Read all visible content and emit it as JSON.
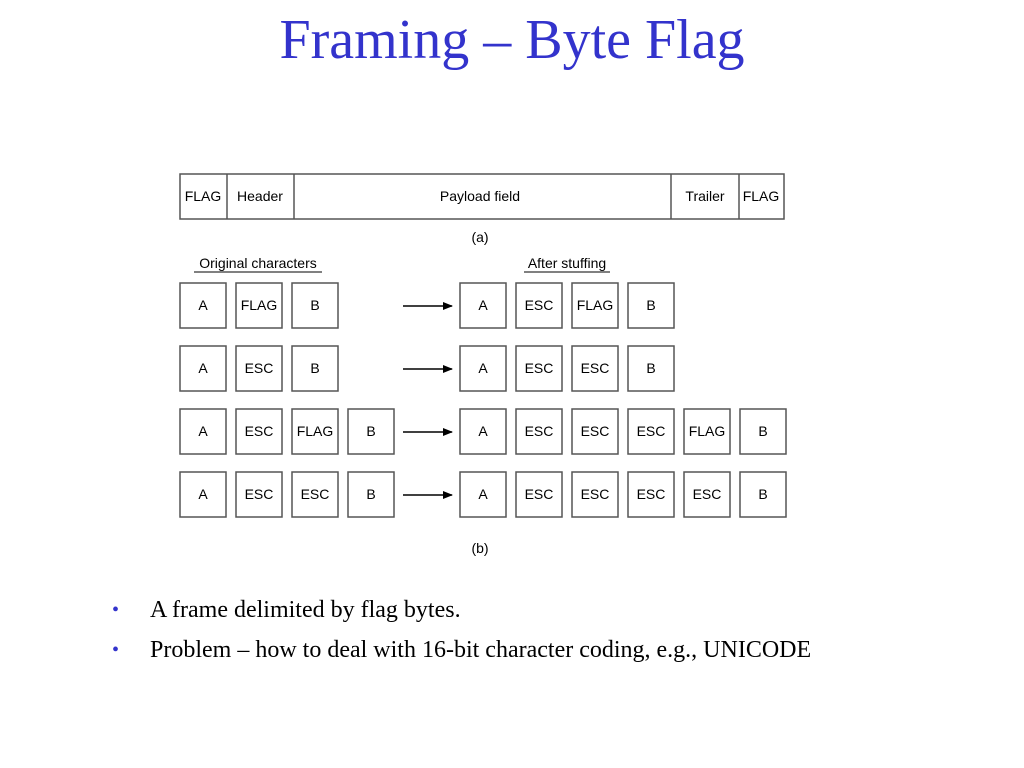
{
  "title": "Framing – Byte Flag",
  "colors": {
    "title": "#3333cc",
    "bullet_marker": "#3333cc",
    "box_border": "#555555",
    "text": "#000000"
  },
  "figure": {
    "frame": {
      "fields": [
        "FLAG",
        "Header",
        "Payload field",
        "Trailer",
        "FLAG"
      ],
      "caption": "(a)"
    },
    "stuffing": {
      "original_label": "Original characters",
      "after_label": "After stuffing",
      "rows": [
        {
          "original": [
            "A",
            "FLAG",
            "B"
          ],
          "after": [
            "A",
            "ESC",
            "FLAG",
            "B"
          ]
        },
        {
          "original": [
            "A",
            "ESC",
            "B"
          ],
          "after": [
            "A",
            "ESC",
            "ESC",
            "B"
          ]
        },
        {
          "original": [
            "A",
            "ESC",
            "FLAG",
            "B"
          ],
          "after": [
            "A",
            "ESC",
            "ESC",
            "ESC",
            "FLAG",
            "B"
          ]
        },
        {
          "original": [
            "A",
            "ESC",
            "ESC",
            "B"
          ],
          "after": [
            "A",
            "ESC",
            "ESC",
            "ESC",
            "ESC",
            "B"
          ]
        }
      ],
      "caption": "(b)"
    }
  },
  "bullets": [
    "A frame delimited by flag bytes.",
    "Problem – how to deal with 16-bit character coding, e.g., UNICODE"
  ]
}
